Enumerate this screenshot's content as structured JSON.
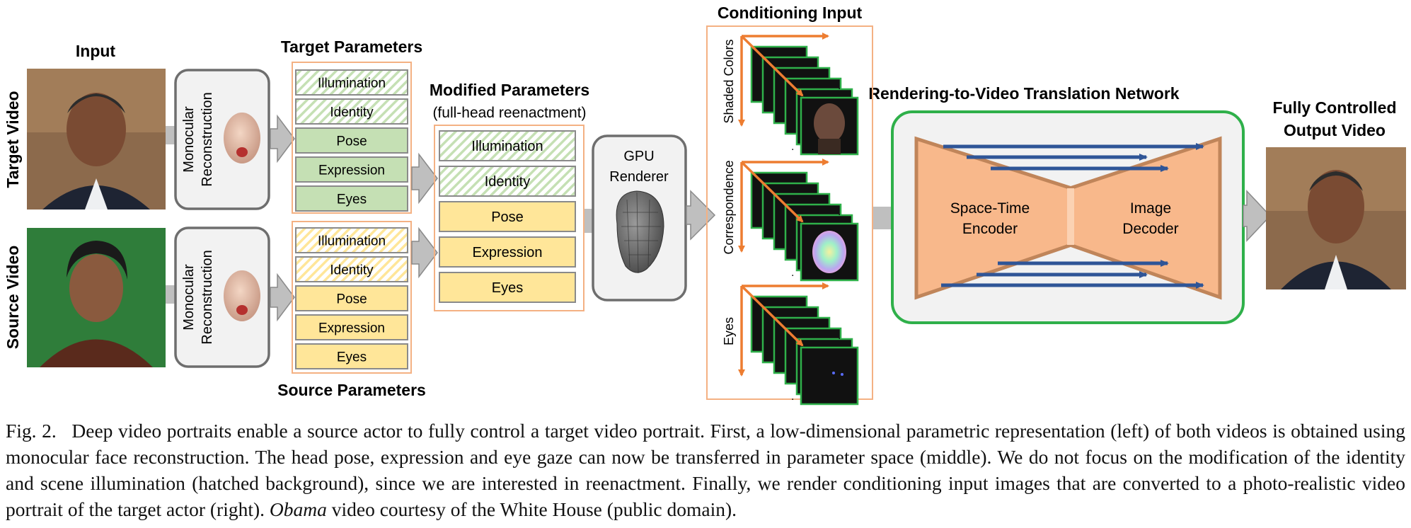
{
  "headings": {
    "input": "Input",
    "target_params": "Target Parameters",
    "source_params": "Source Parameters",
    "modified_params": "Modified Parameters",
    "modified_sub": "(full-head reenactment)",
    "conditioning": "Conditioning Input",
    "network": "Rendering-to-Video Translation Network",
    "output_line1": "Fully Controlled",
    "output_line2": "Output Video"
  },
  "side_labels": {
    "target": "Target Video",
    "source": "Source Video"
  },
  "recon": {
    "line1": "Monocular",
    "line2": "Reconstruction"
  },
  "target_params": [
    "Illumination",
    "Identity",
    "Pose",
    "Expression",
    "Eyes"
  ],
  "source_params": [
    "Illumination",
    "Identity",
    "Pose",
    "Expression",
    "Eyes"
  ],
  "modified_params": [
    "Illumination",
    "Identity",
    "Pose",
    "Expression",
    "Eyes"
  ],
  "renderer": {
    "line1": "GPU",
    "line2": "Renderer"
  },
  "conditioning_labels": [
    "Shaded Colors",
    "Correspondence",
    "Eyes"
  ],
  "network": {
    "encoder1": "Space-Time",
    "encoder2": "Encoder",
    "decoder1": "Image",
    "decoder2": "Decoder"
  },
  "caption": {
    "fig_label": "Fig. 2.",
    "part1": "Deep video portraits enable a source actor to fully control a target video portrait. First, a low-dimensional parametric representation (left) of both videos is obtained using monocular face reconstruction. The head pose, expression and eye gaze can now be transferred in parameter space (middle). We do not focus on the modification of the identity and scene illumination (hatched background), since we are interested in reenactment. Finally, we render conditioning input images that are converted to a photo-realistic video portrait of the target actor (right).",
    "italic": "Obama",
    "part2": "video courtesy of the White House (public domain)."
  },
  "colors": {
    "green_fill": "#c5e0b4",
    "yellow_fill": "#ffe699",
    "peach": "#f8b88b",
    "orange": "#ed7d31",
    "green_border": "#2fb04a",
    "blue": "#2f5597"
  }
}
